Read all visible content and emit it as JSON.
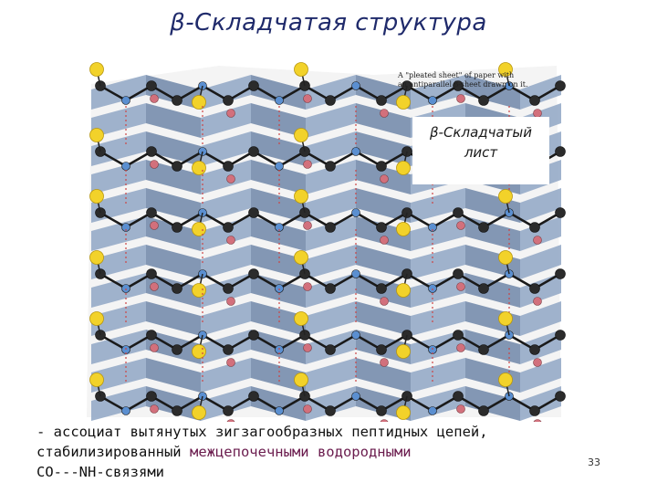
{
  "slide": {
    "title": "β-Складчатая структура",
    "figure_caption_line1": "A \"pleated sheet\" of paper with",
    "figure_caption_line2": "an antiparallel β-sheet drawn on it.",
    "callout_line1": "β-Складчатый",
    "callout_line2": "лист",
    "description_line1": "- ассоциат вытянутых зигзагообразных пептидных цепей,",
    "description_line2_prefix": "стабилизированный ",
    "description_line2_highlight": "межцепочечными водородными",
    "description_line3": "CO---NH-связями",
    "page_number": "33"
  },
  "colors": {
    "title": "#1f2a6b",
    "sheet_blue": "#8fa6c4",
    "sheet_shadow": "#6e86a8",
    "carbon": "#2b2b2b",
    "nitrogen": "#5b8fd0",
    "oxygen": "#d2707c",
    "side_chain": "#f2d22a",
    "highlight_text": "#6a1b4d"
  }
}
